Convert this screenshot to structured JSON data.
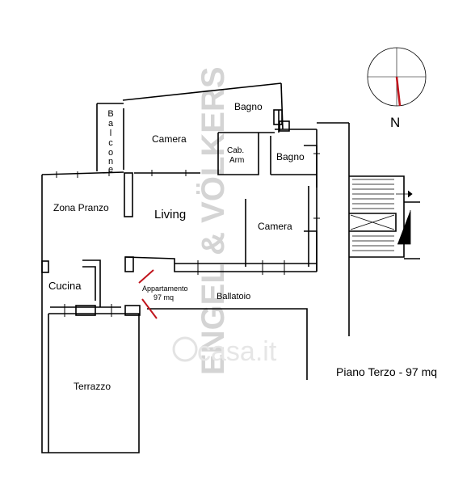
{
  "rooms": {
    "balcone": "Balcone",
    "camera_top": "Camera",
    "bagno_top": "Bagno",
    "cab_arm_1": "Cab.",
    "cab_arm_2": "Arm",
    "bagno_mid": "Bagno",
    "zona_pranzo": "Zona Pranzo",
    "living": "Living",
    "camera_right": "Camera",
    "cucina": "Cucina",
    "appartamento_1": "Appartamento",
    "appartamento_2": "97 mq",
    "ballatoio": "Ballatoio",
    "terrazzo": "Terrazzo"
  },
  "floor_caption": "Piano Terzo - 97 mq",
  "compass": {
    "label": "N",
    "needle_color": "#c0141c"
  },
  "watermark": {
    "brand": "ENGEL & VÖLKERS",
    "site": "casa.it"
  },
  "colors": {
    "wall": "#000000",
    "marker": "#c0141c",
    "watermark": "#d4d4d4"
  }
}
